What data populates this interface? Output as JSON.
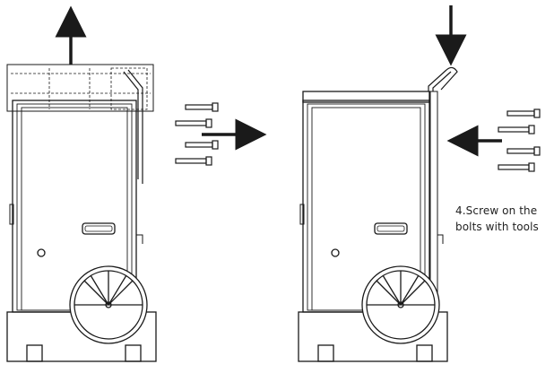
{
  "caption": {
    "line1": "4.Screw on the",
    "line2": "bolts with tools"
  },
  "panels": [
    {
      "name": "before",
      "lift_arrow": "up",
      "bolt_arrow": "right",
      "bolt_count": 4
    },
    {
      "name": "after",
      "lift_arrow": "down",
      "bolt_arrow": "left",
      "bolt_count": 4
    }
  ],
  "colors": {
    "line": "#1a1a1a",
    "background": "#ffffff"
  }
}
